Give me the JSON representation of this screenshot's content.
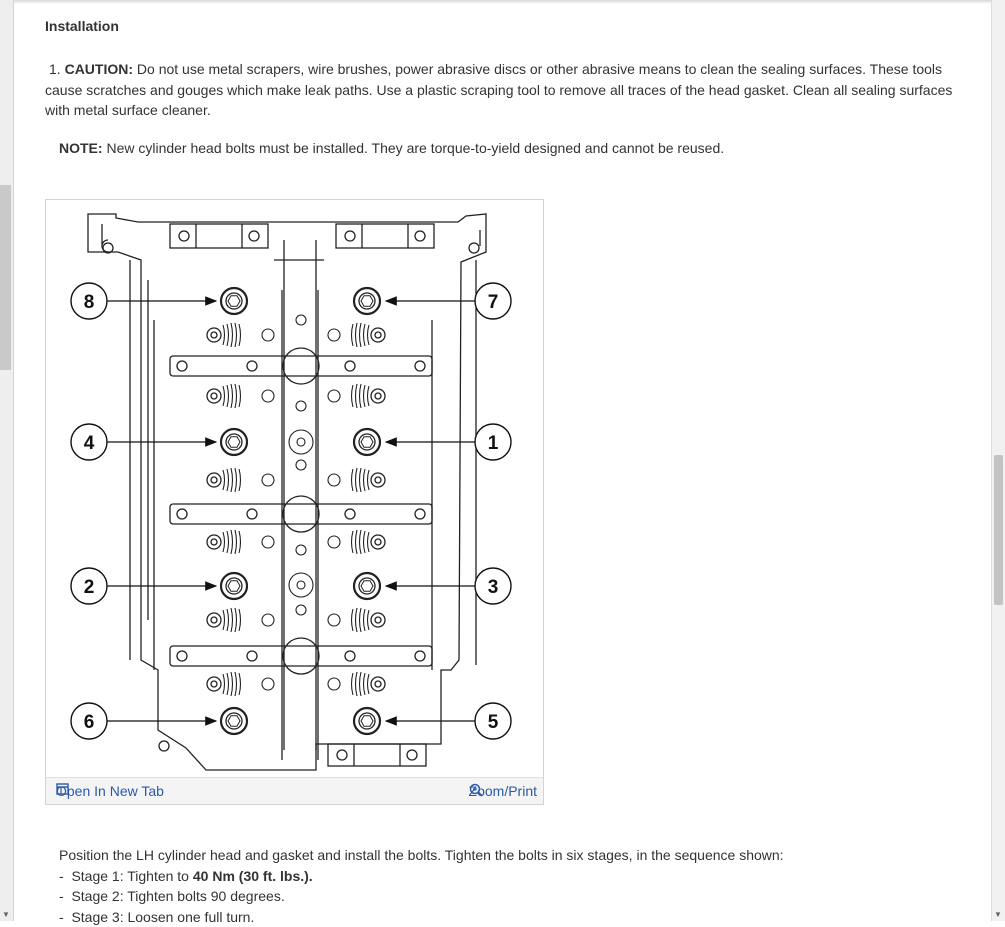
{
  "section": {
    "heading": "Installation"
  },
  "step1": {
    "number": "1.",
    "caution_label": "CAUTION:",
    "caution_text": "Do not use metal scrapers, wire brushes, power abrasive discs or other abrasive means to clean the sealing surfaces. These tools cause scratches and gouges which make leak paths. Use a plastic scraping tool to remove all traces of the head gasket. Clean all sealing surfaces with metal surface cleaner."
  },
  "note": {
    "label": "NOTE:",
    "text": "New cylinder head bolts must be installed. They are torque-to-yield designed and cannot be reused."
  },
  "figure": {
    "callouts": [
      "8",
      "7",
      "4",
      "1",
      "2",
      "3",
      "6",
      "5"
    ],
    "open_tab_label": "Open In New Tab",
    "zoom_label": "Zoom/Print"
  },
  "instructions": {
    "intro": "Position the LH cylinder head and gasket and install the bolts. Tighten the bolts in six stages, in the sequence shown:",
    "stage1_prefix": "-  Stage 1: Tighten to ",
    "stage1_value": "40 Nm (30 ft. lbs.).",
    "stage2": "-  Stage 2: Tighten bolts 90 degrees.",
    "stage3": "-  Stage 3: Loosen one full turn."
  },
  "colors": {
    "link": "#2a5aa8",
    "text": "#333333"
  }
}
